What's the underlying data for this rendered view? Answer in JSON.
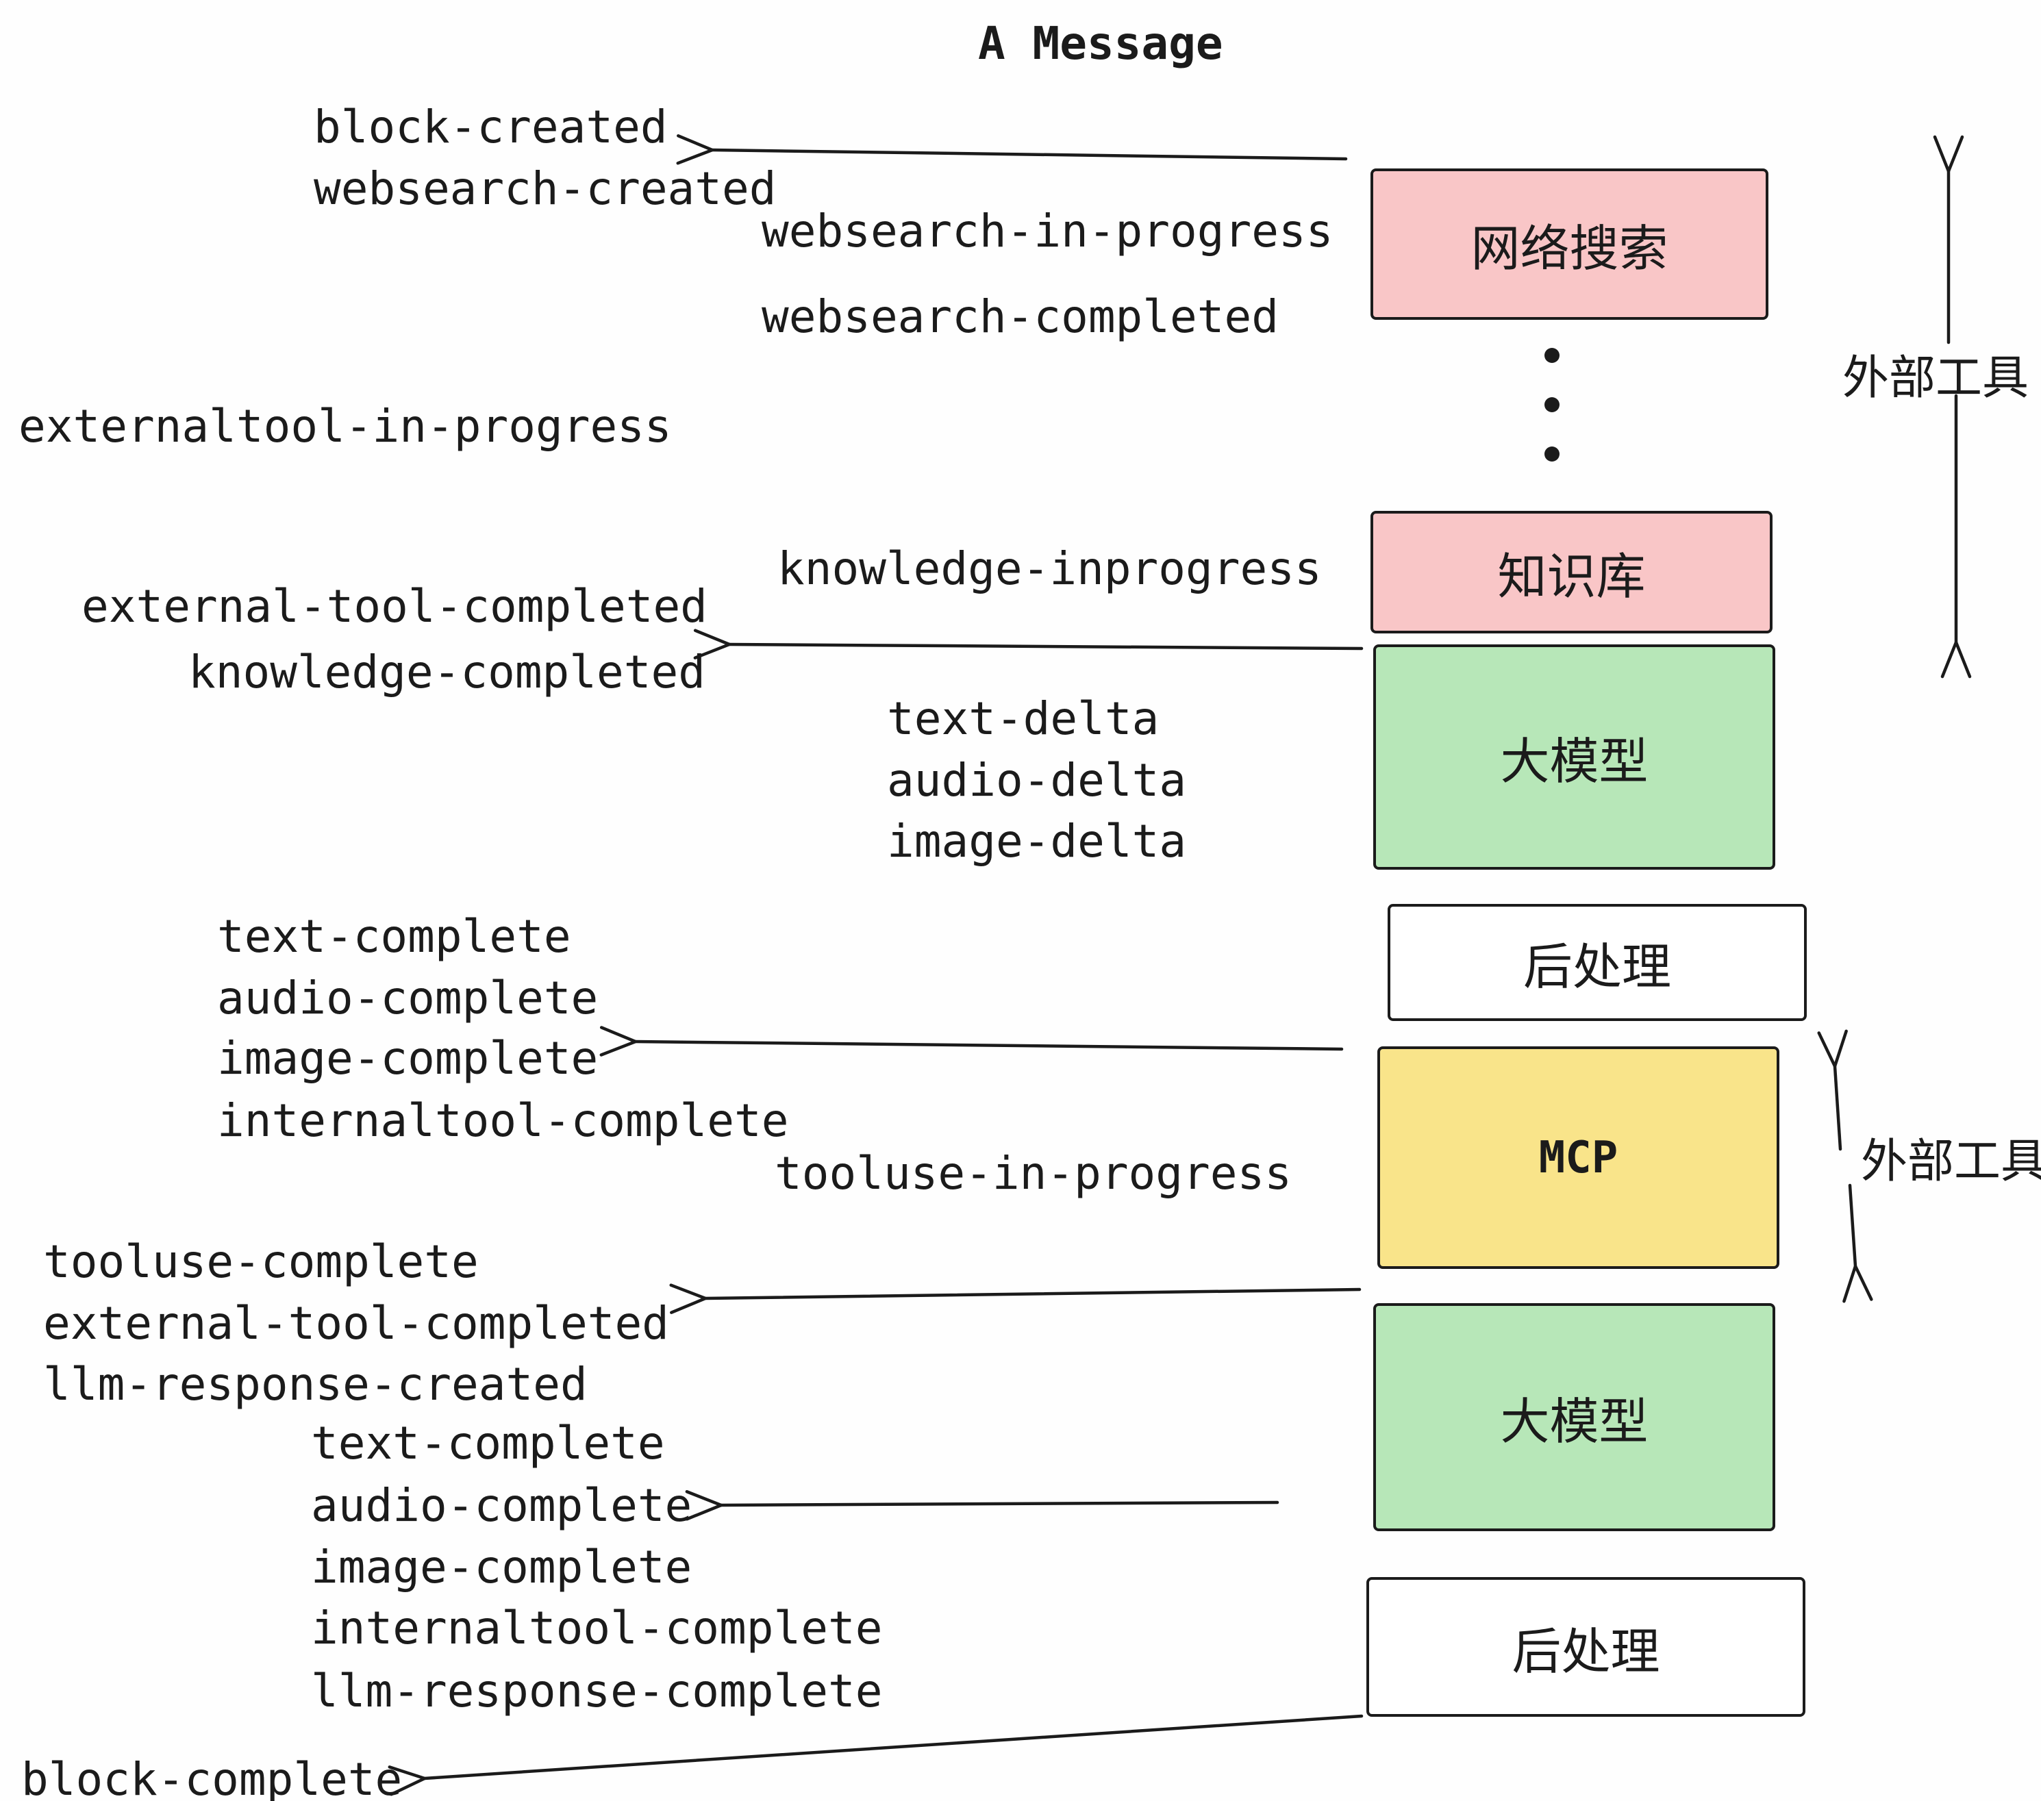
{
  "title": "A Message",
  "ink_color": "#1b1b1b",
  "events": [
    {
      "text": "block-created"
    },
    {
      "text": "websearch-created"
    },
    {
      "text": "websearch-in-progress"
    },
    {
      "text": "websearch-completed"
    },
    {
      "text": "externaltool-in-progress"
    },
    {
      "text": "knowledge-inprogress"
    },
    {
      "text": "external-tool-completed"
    },
    {
      "text": "knowledge-completed"
    },
    {
      "text": "text-delta"
    },
    {
      "text": "audio-delta"
    },
    {
      "text": "image-delta"
    },
    {
      "text": "text-complete"
    },
    {
      "text": "audio-complete"
    },
    {
      "text": "image-complete"
    },
    {
      "text": "internaltool-complete"
    },
    {
      "text": "tooluse-in-progress"
    },
    {
      "text": "tooluse-complete"
    },
    {
      "text": "external-tool-completed"
    },
    {
      "text": "llm-response-created"
    },
    {
      "text": "text-complete"
    },
    {
      "text": "audio-complete"
    },
    {
      "text": "image-complete"
    },
    {
      "text": "internaltool-complete"
    },
    {
      "text": "llm-response-complete"
    },
    {
      "text": "block-complete"
    }
  ],
  "boxes": [
    {
      "label": "网络搜索",
      "color": "#f9c6c7"
    },
    {
      "label": "知识库",
      "color": "#f9c6c7"
    },
    {
      "label": "大模型",
      "color": "#b7e7b8"
    },
    {
      "label": "后处理",
      "color": "#ffffff"
    },
    {
      "label": "MCP",
      "color": "#f9e48a"
    },
    {
      "label": "大模型",
      "color": "#b7e7b8"
    },
    {
      "label": "后处理",
      "color": "#ffffff"
    }
  ],
  "side_labels": [
    {
      "label": "外部工具"
    },
    {
      "label": "外部工具"
    }
  ]
}
